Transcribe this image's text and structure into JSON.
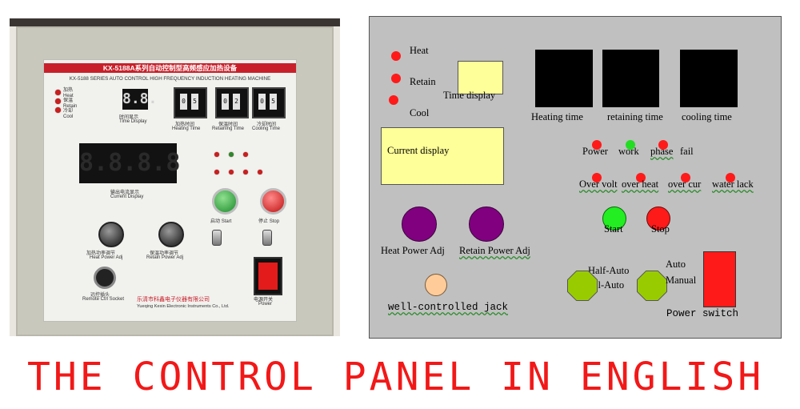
{
  "photo": {
    "title_cn": "KX-5188A系列自动控制型高频感应加热设备",
    "subtitle_en": "KX-5188 SERIES AUTO CONTROL HIGH FREQUENCY INDUCTION HEATING MACHINE",
    "leds": [
      {
        "cn": "加热",
        "en": "Heat"
      },
      {
        "cn": "保温",
        "en": "Retain"
      },
      {
        "cn": "冷却",
        "en": "Cool"
      }
    ],
    "time_display_digits": "8.8.",
    "time_display_cn": "时间显示",
    "time_display_en": "Time Display",
    "heating_time_digits": [
      "0",
      "5"
    ],
    "heating_time_cn": "加热时间",
    "heating_time_en": "Heating Time",
    "retaining_time_digits": [
      "0",
      "2"
    ],
    "retaining_time_cn": "保温时间",
    "retaining_time_en": "Retaining Time",
    "cooling_time_digits": [
      "0",
      "5"
    ],
    "cooling_time_cn": "冷却时间",
    "cooling_time_en": "Cooling Time",
    "current_display_digits": "8.8.8.8",
    "current_display_cn": "输出电流显示",
    "current_display_en": "Current Display",
    "heat_power_cn": "加热功率调节",
    "heat_power_en": "Heat Power Adj",
    "retain_power_cn": "保温功率调节",
    "retain_power_en": "Retain Power Adj",
    "socket_cn": "远控插头",
    "socket_en": "Remote Ctrl Socket",
    "start_cn": "启动",
    "start_en": "Start",
    "stop_cn": "停止",
    "stop_en": "Stop",
    "power_cn": "电源开关",
    "power_en": "Power",
    "maker_cn": "乐清市科鑫电子仪器有限公司",
    "maker_en": "Yueqing Kexin Electronic Instruments Co., Ltd."
  },
  "diagram": {
    "status_leds": [
      "Heat",
      "Retain",
      "Cool"
    ],
    "time_display": "Time display",
    "heating_time": "Heating time",
    "retaining_time": "retaining time",
    "cooling_time": "cooling time",
    "current_display": "Current display",
    "indicators_row1": [
      "Power",
      "work",
      "phase",
      "fail"
    ],
    "indicators_row2": [
      "Over volt",
      "over heat",
      "over cur",
      "water lack"
    ],
    "heat_power_adj": "Heat Power Adj",
    "retain_power_adj": "Retain Power Adj",
    "start": "Start",
    "stop": "Stop",
    "half_auto": "Half-Auto",
    "all_auto": "All-Auto",
    "auto": "Auto",
    "manual": "Manual",
    "power_switch": "Power switch",
    "jack": "well-controlled jack"
  },
  "caption": "THE CONTROL PANEL IN ENGLISH",
  "colors": {
    "led_red": "#ff1a1a",
    "led_green": "#22dd22",
    "knob_purple": "#800080",
    "jack_peach": "#ffcc99",
    "selector_green": "#99cc00",
    "display_yellow": "#ffff99",
    "caption_red": "#f21818"
  }
}
